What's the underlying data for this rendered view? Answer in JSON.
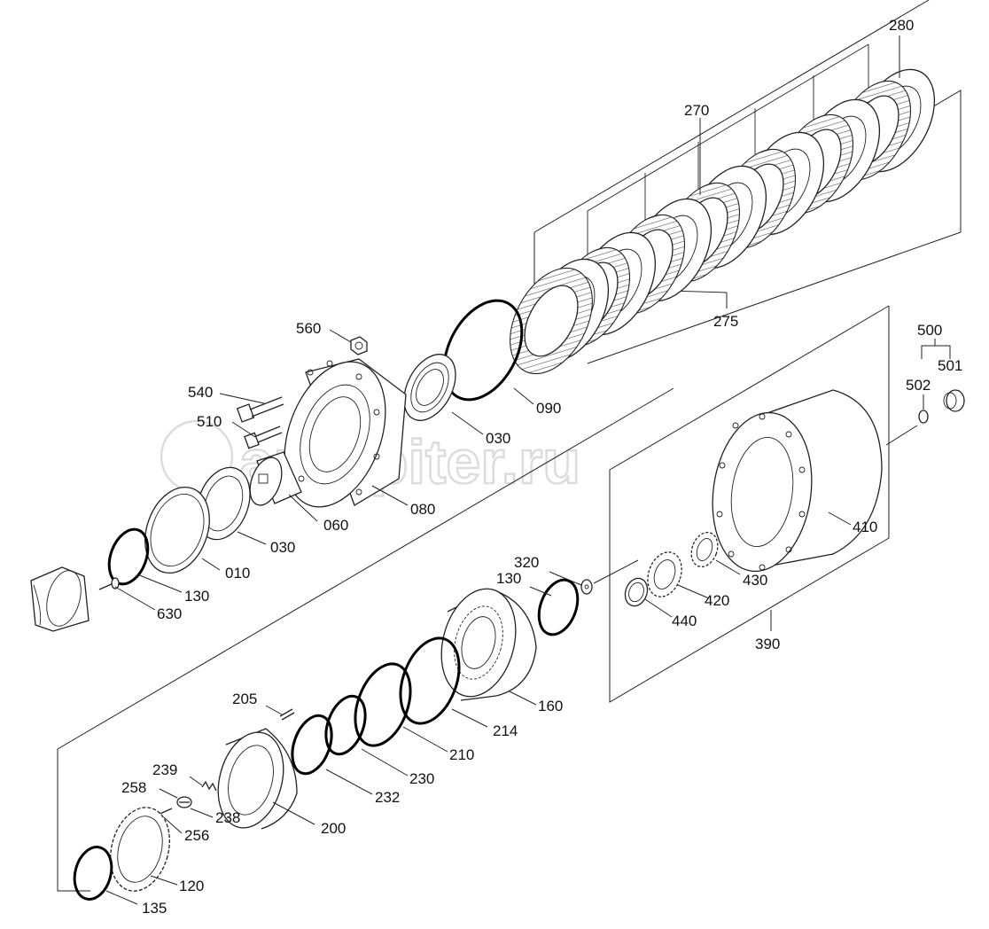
{
  "watermark": "autopiter.ru",
  "colors": {
    "line": "#222222",
    "label": "#111111",
    "watermark": "#dcdcdc",
    "background": "#ffffff"
  },
  "callouts": [
    {
      "id": "280",
      "text": "280"
    },
    {
      "id": "270",
      "text": "270"
    },
    {
      "id": "275",
      "text": "275"
    },
    {
      "id": "560",
      "text": "560"
    },
    {
      "id": "540",
      "text": "540"
    },
    {
      "id": "510",
      "text": "510"
    },
    {
      "id": "090",
      "text": "090"
    },
    {
      "id": "030a",
      "text": "030"
    },
    {
      "id": "080",
      "text": "080"
    },
    {
      "id": "060",
      "text": "060"
    },
    {
      "id": "030b",
      "text": "030"
    },
    {
      "id": "010",
      "text": "010"
    },
    {
      "id": "130a",
      "text": "130"
    },
    {
      "id": "630",
      "text": "630"
    },
    {
      "id": "500",
      "text": "500"
    },
    {
      "id": "501",
      "text": "501"
    },
    {
      "id": "502",
      "text": "502"
    },
    {
      "id": "410",
      "text": "410"
    },
    {
      "id": "320",
      "text": "320"
    },
    {
      "id": "130b",
      "text": "130"
    },
    {
      "id": "430",
      "text": "430"
    },
    {
      "id": "420",
      "text": "420"
    },
    {
      "id": "440",
      "text": "440"
    },
    {
      "id": "390",
      "text": "390"
    },
    {
      "id": "160",
      "text": "160"
    },
    {
      "id": "214",
      "text": "214"
    },
    {
      "id": "210",
      "text": "210"
    },
    {
      "id": "205",
      "text": "205"
    },
    {
      "id": "230",
      "text": "230"
    },
    {
      "id": "232",
      "text": "232"
    },
    {
      "id": "239",
      "text": "239"
    },
    {
      "id": "258",
      "text": "258"
    },
    {
      "id": "238",
      "text": "238"
    },
    {
      "id": "256",
      "text": "256"
    },
    {
      "id": "200",
      "text": "200"
    },
    {
      "id": "120",
      "text": "120"
    },
    {
      "id": "135",
      "text": "135"
    }
  ]
}
